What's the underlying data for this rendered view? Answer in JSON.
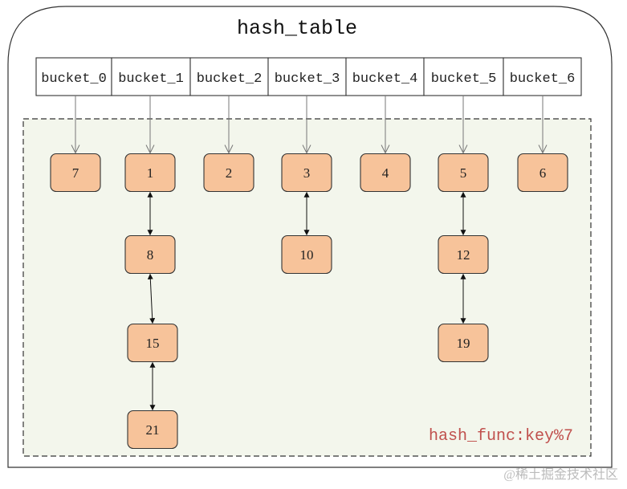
{
  "title": "hash_table",
  "buckets": [
    "bucket_0",
    "bucket_1",
    "bucket_2",
    "bucket_3",
    "bucket_4",
    "bucket_5",
    "bucket_6"
  ],
  "chains": [
    [
      "7"
    ],
    [
      "1",
      "8",
      "15",
      "21"
    ],
    [
      "2"
    ],
    [
      "3",
      "10"
    ],
    [
      "4"
    ],
    [
      "5",
      "12",
      "19"
    ],
    [
      "6"
    ]
  ],
  "hash_func_label": "hash_func:key%7",
  "watermark": "@稀土掘金技术社区",
  "colors": {
    "node_fill": "#f7c39a",
    "node_stroke": "#333333",
    "area_fill": "#f3f6ec",
    "hash_func_text": "#c0504d",
    "watermark_text": "#bbbbbb"
  }
}
